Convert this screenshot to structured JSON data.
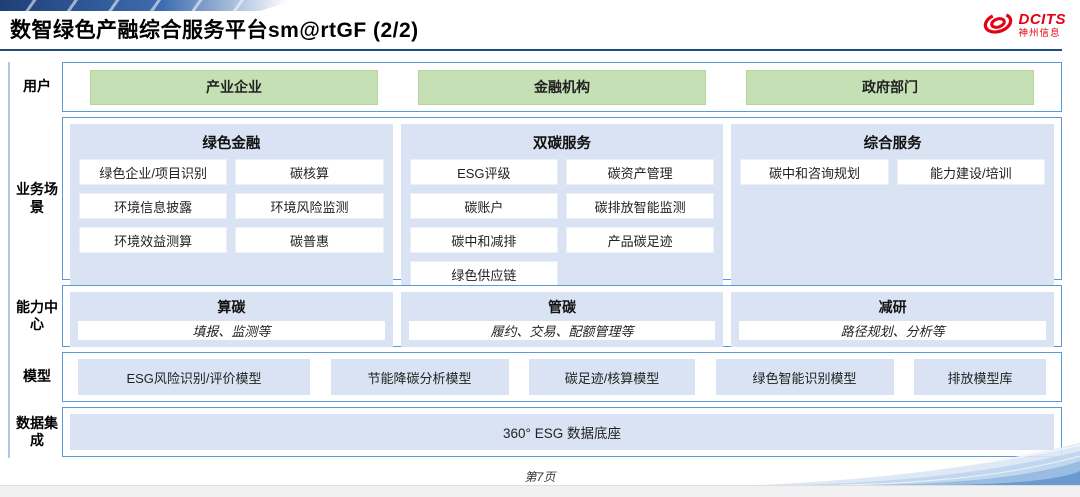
{
  "header": {
    "title": "数智绿色产融综合服务平台sm@rtGF (2/2)",
    "logo_brand": "DCITS",
    "logo_sub": "神州信息"
  },
  "sections": {
    "users": {
      "label": "用户",
      "items": [
        "产业企业",
        "金融机构",
        "政府部门"
      ]
    },
    "scenarios": {
      "label": "业务场景",
      "columns": [
        {
          "title": "绿色金融",
          "items": [
            "绿色企业/项目识别",
            "碳核算",
            "环境信息披露",
            "环境风险监测",
            "环境效益测算",
            "碳普惠"
          ]
        },
        {
          "title": "双碳服务",
          "items": [
            "ESG评级",
            "碳资产管理",
            "碳账户",
            "碳排放智能监测",
            "碳中和减排",
            "产品碳足迹",
            "绿色供应链"
          ]
        },
        {
          "title": "综合服务",
          "items": [
            "碳中和咨询规划",
            "能力建设/培训"
          ]
        }
      ]
    },
    "capabilities": {
      "label": "能力中心",
      "items": [
        {
          "title": "算碳",
          "desc": "填报、监测等"
        },
        {
          "title": "管碳",
          "desc": "履约、交易、配额管理等"
        },
        {
          "title": "减研",
          "desc": "路径规划、分析等"
        }
      ]
    },
    "models": {
      "label": "模型",
      "items": [
        "ESG风险识别/评价模型",
        "节能降碳分析模型",
        "碳足迹/核算模型",
        "绿色智能识别模型",
        "排放模型库"
      ]
    },
    "data": {
      "label": "数据集成",
      "item": "360° ESG 数据底座"
    }
  },
  "footer": {
    "page": "第7页"
  },
  "colors": {
    "accent_border": "#5b9bd5",
    "panel_fill": "#dae3f3",
    "user_green": "#c5e0b4",
    "title_rule": "#1f4e79",
    "logo_red": "#e60012",
    "top_band": "#1f3f77"
  }
}
